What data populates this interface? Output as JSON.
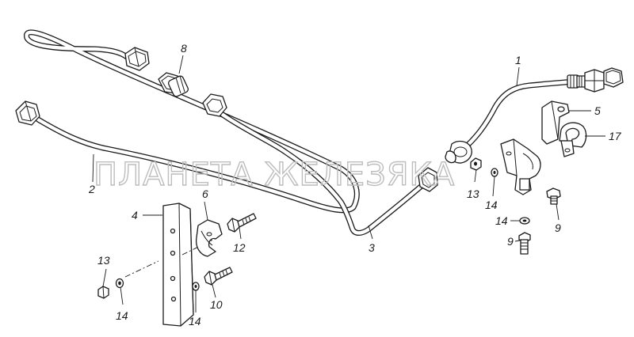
{
  "watermark": "ПЛАНЕТА ЖЕЛЕЗЯКА",
  "callouts": {
    "c1": "1",
    "c2": "2",
    "c3": "3",
    "c4": "4",
    "c5": "5",
    "c6": "6",
    "c8": "8",
    "c9a": "9",
    "c9b": "9",
    "c10": "10",
    "c12": "12",
    "c13a": "13",
    "c13b": "13",
    "c14a": "14",
    "c14b": "14",
    "c14c": "14",
    "c14d": "14",
    "c17": "17"
  }
}
